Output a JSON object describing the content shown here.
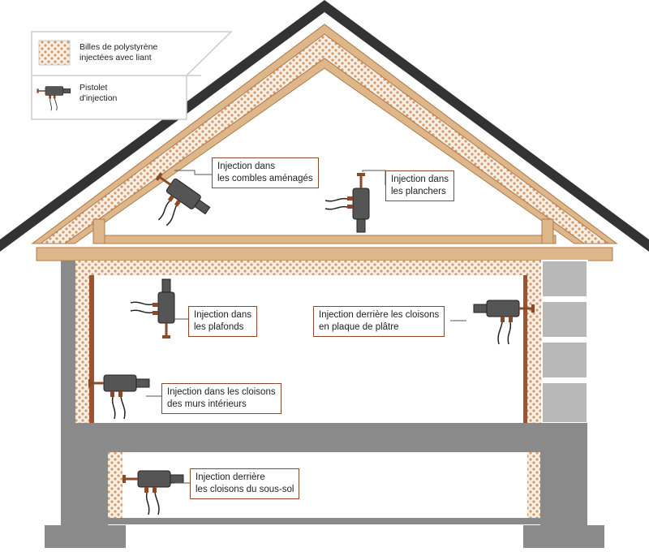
{
  "legend": {
    "beads_line1": "Billes de polystyrène",
    "beads_line2": "injectées avec liant",
    "gun_line1": "Pistolet",
    "gun_line2": "d'injection"
  },
  "callouts": {
    "combles": [
      "Injection dans",
      "les combles aménagés"
    ],
    "planchers": [
      "Injection dans",
      "les planchers"
    ],
    "plafonds": [
      "Injection dans",
      "les plafonds"
    ],
    "platre": [
      "Injection derrière les cloisons",
      "en plaque de plâtre"
    ],
    "interieurs": [
      "Injection dans les cloisons",
      "des murs intérieurs"
    ],
    "soussol": [
      "Injection derrière",
      "les cloisons du sous-sol"
    ]
  },
  "colors": {
    "roof": "#333333",
    "wood": "#ddb68a",
    "wood_stroke": "#b07a4a",
    "insulation_bg": "#f5efe6",
    "insulation_dot": "#d89868",
    "wall": "#8a8a8a",
    "block": "#b8b8b8",
    "gun": "#555555",
    "label_border": "#8a4a2a"
  }
}
